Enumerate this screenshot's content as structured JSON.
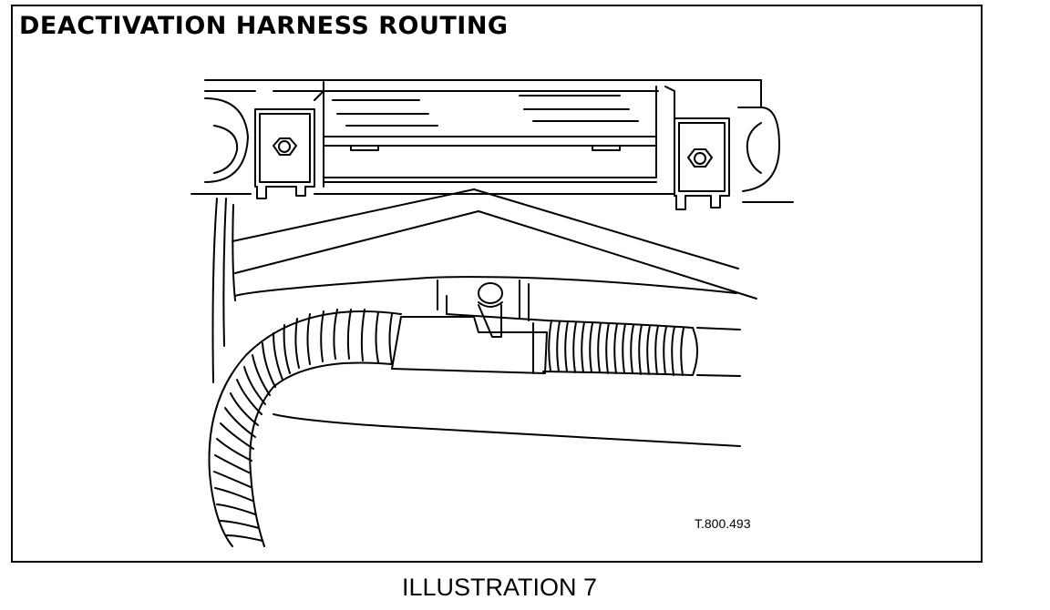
{
  "title": "DEACTIVATION HARNESS ROUTING",
  "reference_code": "T.800.493",
  "caption": "ILLUSTRATION 7",
  "colors": {
    "ink": "#000000",
    "paper": "#ffffff"
  }
}
